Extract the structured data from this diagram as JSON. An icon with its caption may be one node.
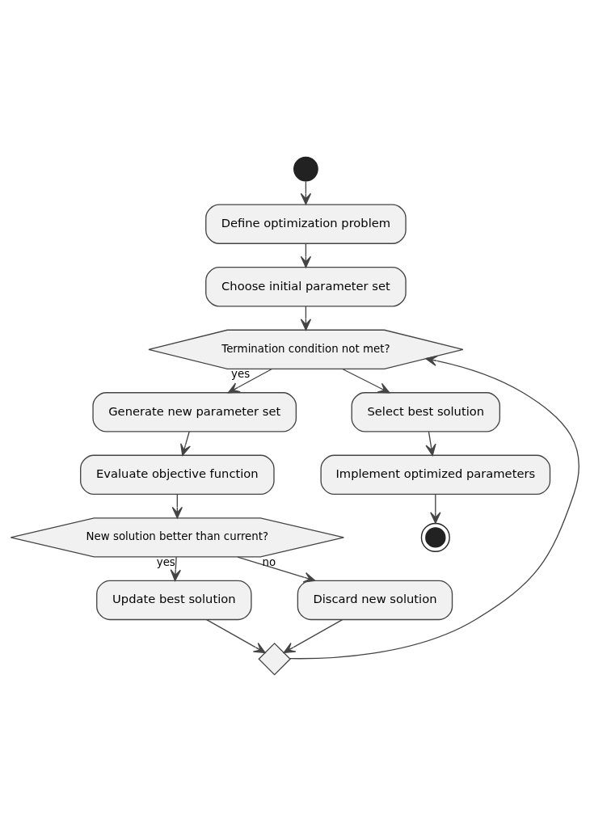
{
  "diagram": {
    "nodes": [
      {
        "text": [],
        "shape": "circle"
      },
      {
        "text": [
          "Define optimization problem"
        ]
      },
      {
        "text": [
          "Choose initial parameter set"
        ]
      },
      {
        "text": [
          "Termination condition not met?"
        ]
      },
      {
        "text": [
          "Generate new parameter set"
        ]
      },
      {
        "text": [
          "Evaluate objective function"
        ]
      },
      {
        "text": [
          "New solution better than current?"
        ]
      },
      {
        "text": [
          "Update best solution"
        ]
      },
      {
        "text": [
          "Discard new solution"
        ]
      },
      {
        "text": [],
        "shape": "diamond"
      },
      {
        "text": [
          "Select best solution"
        ]
      },
      {
        "text": [
          "Implement optimized parameters"
        ]
      },
      {
        "text": [],
        "shape": "circle"
      }
    ],
    "edges": [
      {
        "from": 0,
        "to": 1,
        "arrow": "to"
      },
      {
        "from": 1,
        "to": 2,
        "arrow": "to"
      },
      {
        "from": 2,
        "to": 3,
        "arrow": "to"
      },
      {
        "from": 3,
        "to": 4,
        "arrow": "to",
        "label": "yes"
      },
      {
        "from": 4,
        "to": 5,
        "arrow": "to"
      },
      {
        "from": 5,
        "to": 6,
        "arrow": "to"
      },
      {
        "from": 6,
        "to": 7,
        "arrow": "to",
        "label": "yes"
      },
      {
        "from": 6,
        "to": 8,
        "arrow": "to",
        "label": "no"
      },
      {
        "from": 7,
        "to": 9,
        "arrow": "to"
      },
      {
        "from": 8,
        "to": 9,
        "arrow": "to"
      },
      {
        "from": 9,
        "to": 3,
        "arrow": "to"
      },
      {
        "from": 3,
        "to": 10,
        "arrow": "to"
      },
      {
        "from": 10,
        "to": 11,
        "arrow": "to"
      },
      {
        "from": 11,
        "to": 12,
        "arrow": "to"
      }
    ]
  }
}
